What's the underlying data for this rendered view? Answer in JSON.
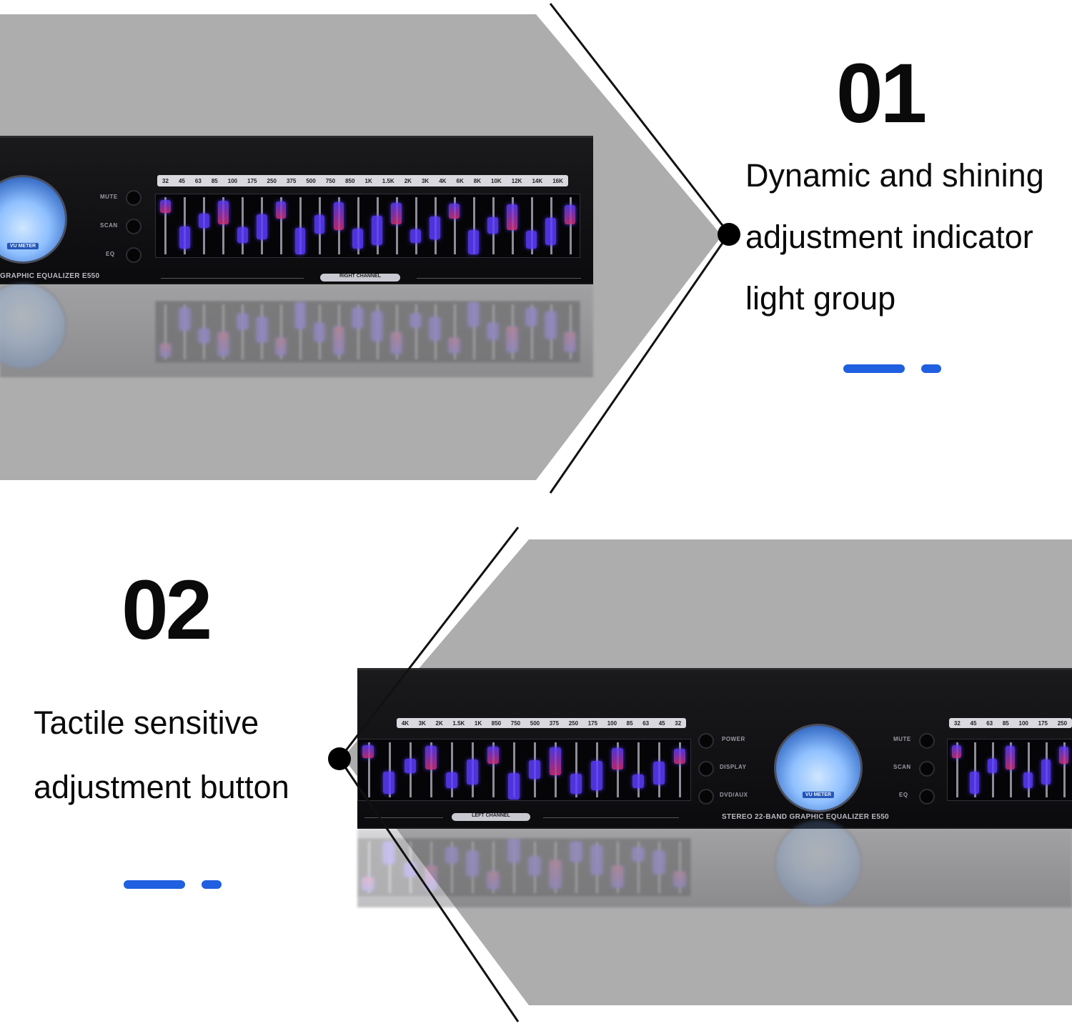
{
  "section1": {
    "number": "01",
    "caption_lines": [
      "Dynamic and shining",
      "adjustment indicator",
      "light group"
    ],
    "device": {
      "freq_labels": [
        "32",
        "45",
        "63",
        "85",
        "100",
        "175",
        "250",
        "375",
        "500",
        "750",
        "850",
        "1K",
        "1.5K",
        "2K",
        "3K",
        "4K",
        "6K",
        "8K",
        "10K",
        "12K",
        "14K",
        "16K"
      ],
      "buttons": [
        "MUTE",
        "SCAN",
        "EQ"
      ],
      "vu_label": "VU METER",
      "model": "GRAPHIC EQUALIZER E550",
      "channel": "RIGHT CHANNEL"
    }
  },
  "section2": {
    "number": "02",
    "caption_lines": [
      "Tactile sensitive",
      "adjustment button"
    ],
    "device": {
      "freq_labels_left": [
        "4K",
        "3K",
        "2K",
        "1.5K",
        "1K",
        "850",
        "750",
        "500",
        "375",
        "250",
        "175",
        "100",
        "85",
        "63",
        "45",
        "32"
      ],
      "freq_labels_right": [
        "32",
        "45",
        "63",
        "85",
        "100",
        "175",
        "250"
      ],
      "buttons_left": [
        "POWER",
        "DISPLAY",
        "DVD/AUX"
      ],
      "buttons_right": [
        "MUTE",
        "SCAN",
        "EQ"
      ],
      "vu_label": "VU METER",
      "model": "STEREO 22-BAND GRAPHIC EQUALIZER E550",
      "channel": "LEFT CHANNEL"
    }
  },
  "colors": {
    "accent": "#1f5fe0",
    "panel_grey": "#adadad",
    "led_blue": "#5b3cff",
    "led_red": "#d0307a"
  }
}
